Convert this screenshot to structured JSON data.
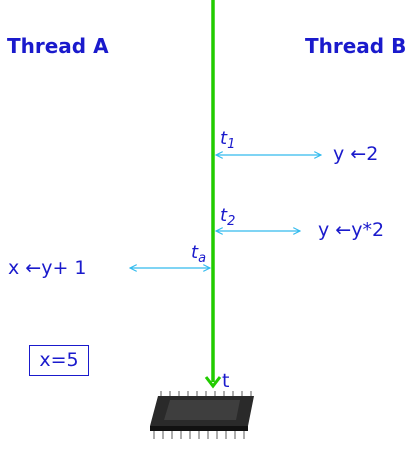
{
  "threads": {
    "a_title": "Thread A",
    "b_title": "Thread B"
  },
  "timeline": {
    "axis_label": "t",
    "color": "#22cc00"
  },
  "events": [
    {
      "label": "t",
      "sub": "1",
      "statement": "y ←2"
    },
    {
      "label": "t",
      "sub": "2",
      "statement": "y ←y*2"
    },
    {
      "label": "t",
      "sub": "a",
      "statement": "x ←y+ 1"
    }
  ],
  "result": "x=5",
  "colors": {
    "text": "#1a1acc",
    "arrow": "#33bbee"
  },
  "icons": {
    "processor": "cpu-chip-icon"
  }
}
